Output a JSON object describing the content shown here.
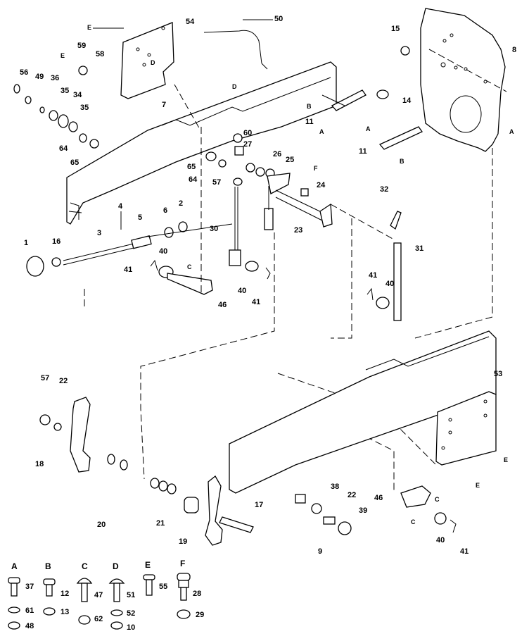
{
  "parts": {
    "p1": "1",
    "p2": "2",
    "p3": "3",
    "p4": "4",
    "p5": "5",
    "p6": "6",
    "p7": "7",
    "p8": "8",
    "p9": "9",
    "p11": "11",
    "p14": "14",
    "p15": "15",
    "p16": "16",
    "p17": "17",
    "p18": "18",
    "p19": "19",
    "p20": "20",
    "p21": "21",
    "p22": "22",
    "p23": "23",
    "p24": "24",
    "p25": "25",
    "p26": "26",
    "p27": "27",
    "p30": "30",
    "p31": "31",
    "p32": "32",
    "p34": "34",
    "p35": "35",
    "p36": "36",
    "p38": "38",
    "p39": "39",
    "p40": "40",
    "p41": "41",
    "p46": "46",
    "p49": "49",
    "p50": "50",
    "p53": "53",
    "p54": "54",
    "p56": "56",
    "p57": "57",
    "p58": "58",
    "p59": "59",
    "p60": "60",
    "p64": "64",
    "p65": "65"
  },
  "refs": {
    "A": "A",
    "B": "B",
    "C": "C",
    "D": "D",
    "E": "E",
    "F": "F"
  },
  "hardware_legend": [
    {
      "letter": "A",
      "bolt": "37",
      "washer": "61",
      "nut": "48"
    },
    {
      "letter": "B",
      "bolt": "12",
      "nut": "13"
    },
    {
      "letter": "C",
      "bolt": "47",
      "nut": "62"
    },
    {
      "letter": "D",
      "bolt": "51",
      "washer": "52",
      "nut": "10"
    },
    {
      "letter": "E",
      "bolt": "55"
    },
    {
      "letter": "F",
      "bolt": "28",
      "nut": "29"
    }
  ]
}
